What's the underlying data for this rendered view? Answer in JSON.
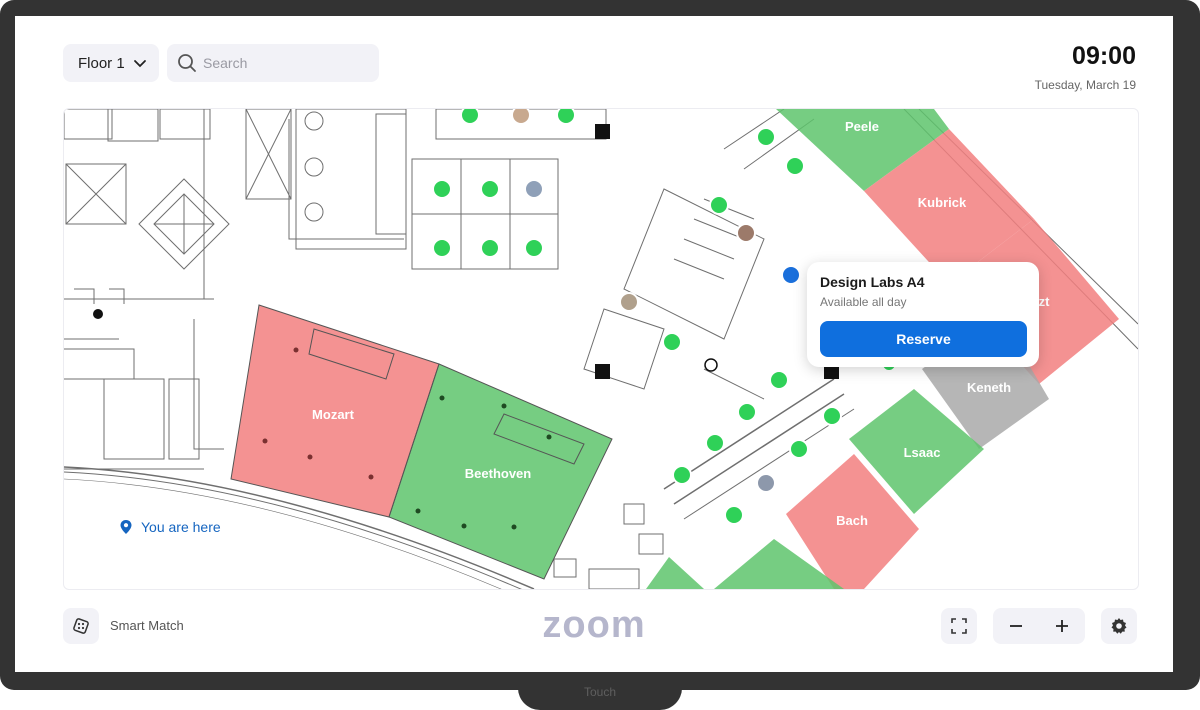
{
  "header": {
    "floor_label": "Floor 1",
    "search_placeholder": "Search",
    "time": "09:00",
    "date": "Tuesday, March 19"
  },
  "map": {
    "rooms": [
      {
        "name": "Peele",
        "status": "available"
      },
      {
        "name": "Kubrick",
        "status": "booked"
      },
      {
        "name": "zt",
        "status": "booked"
      },
      {
        "name": "Keneth",
        "status": "unavailable"
      },
      {
        "name": "Lsaac",
        "status": "available"
      },
      {
        "name": "Bach",
        "status": "booked"
      },
      {
        "name": "Mozart",
        "status": "booked"
      },
      {
        "name": "Beethoven",
        "status": "available"
      }
    ],
    "you_are_here": "You are here",
    "colors": {
      "available": "#5ec46c",
      "booked": "#f27f7f",
      "unavailable": "#a9a9a9",
      "selected_desk": "#1a6fdb",
      "desk_available": "#2fd158"
    }
  },
  "popup": {
    "title": "Design Labs A4",
    "subtitle": "Available all day",
    "button": "Reserve"
  },
  "footer": {
    "smart_match": "Smart Match",
    "logo": "zoom",
    "device_label": "Touch",
    "icons": [
      "dice-icon",
      "fullscreen-icon",
      "minus-icon",
      "plus-icon",
      "gear-icon"
    ]
  }
}
